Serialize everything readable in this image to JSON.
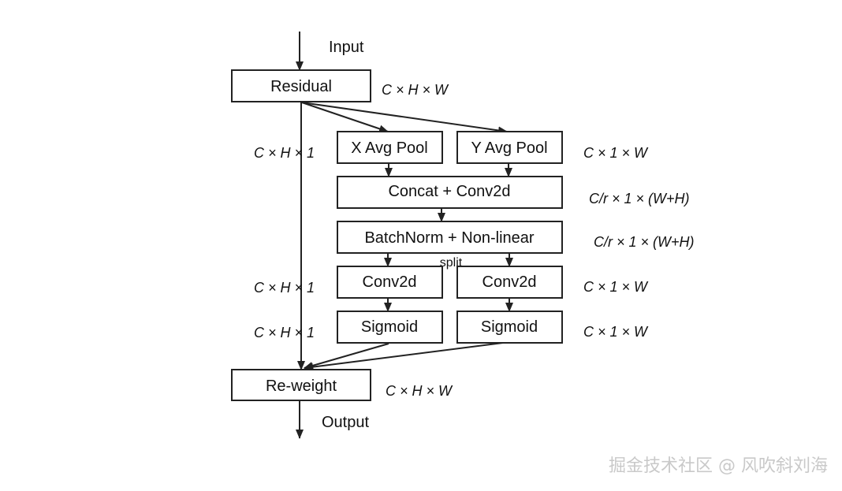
{
  "input_label": "Input",
  "output_label": "Output",
  "split_label": "split",
  "boxes": {
    "residual": "Residual",
    "x_pool": "X Avg Pool",
    "y_pool": "Y Avg Pool",
    "concat": "Concat + Conv2d",
    "bn": "BatchNorm + Non-linear",
    "conv_left": "Conv2d",
    "conv_right": "Conv2d",
    "sig_left": "Sigmoid",
    "sig_right": "Sigmoid",
    "reweight": "Re-weight"
  },
  "dims": {
    "residual": "C × H × W",
    "pool_left": "C × H × 1",
    "pool_right": "C × 1 × W",
    "concat": "C/r × 1 × (W+H)",
    "bn": "C/r × 1 × (W+H)",
    "conv_left": "C × H × 1",
    "conv_right": "C × 1 × W",
    "sig_left": "C × H × 1",
    "sig_right": "C × 1 × W",
    "reweight": "C × H × W"
  },
  "watermark": "掘金技术社区 @ 风吹斜刘海"
}
